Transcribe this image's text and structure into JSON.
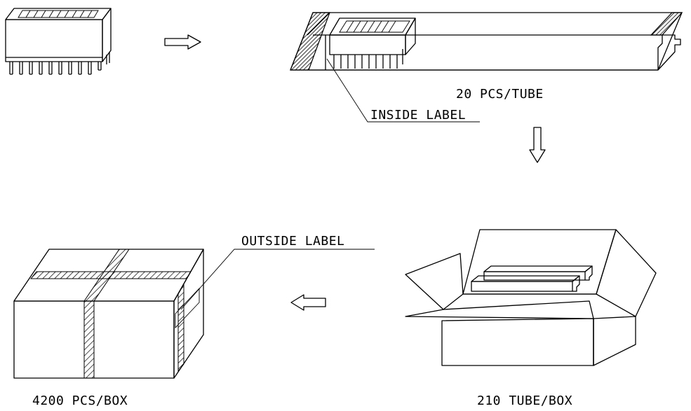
{
  "labels": {
    "tube_qty": "20 PCS/TUBE",
    "inside_label": "INSIDE LABEL",
    "outside_label": "OUTSIDE LABEL",
    "box_qty": "4200 PCS/BOX",
    "tube_per_box": "210 TUBE/BOX"
  }
}
